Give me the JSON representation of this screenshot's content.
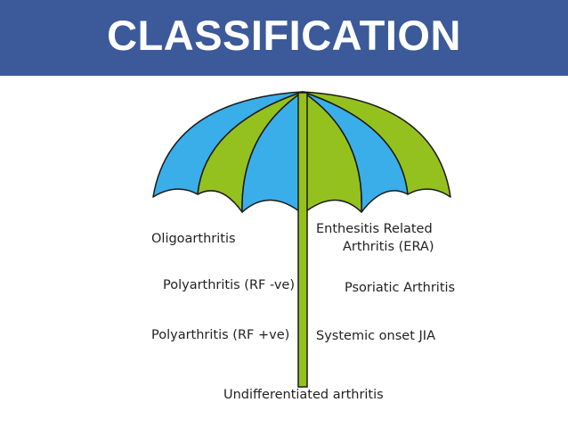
{
  "title": "CLASSIFICATION",
  "colors": {
    "title_bg": "#3c5a9a",
    "title_text": "#ffffff",
    "panel_blue": "#3aaee8",
    "panel_green": "#95c11f",
    "outline": "#1a1a1a",
    "label_text": "#222222"
  },
  "umbrella": {
    "left_categories": [
      "Oligoarthritis",
      "Polyarthritis (RF -ve)",
      "Polyarthritis (RF +ve)"
    ],
    "right_categories": [
      "Enthesitis Related",
      "Arthritis (ERA)",
      "Psoriatic Arthritis",
      "Systemic onset JIA"
    ],
    "bottom_category": "Undifferentiated arthritis"
  }
}
